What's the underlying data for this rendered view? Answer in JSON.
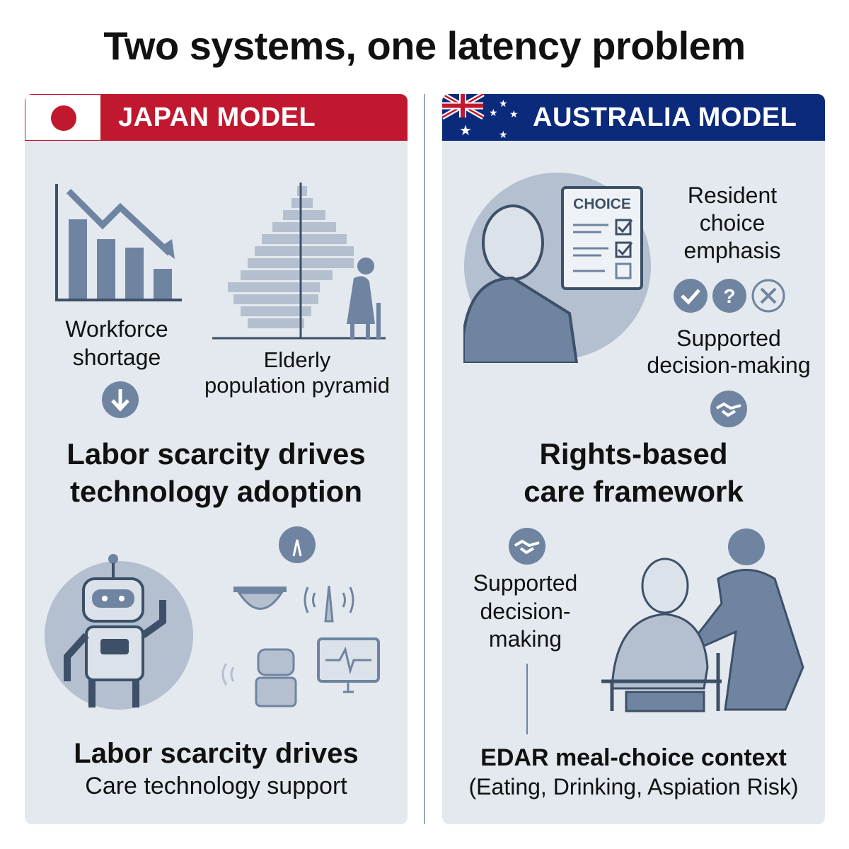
{
  "title": "Two systems, one latency problem",
  "japan": {
    "header": "JAPAN MODEL",
    "workforce_label": "Workforce shortage",
    "pyramid_label_1": "Elderly",
    "pyramid_label_2": "population pyramid",
    "headline_1": "Labor scarcity drives",
    "headline_2": "technology adoption",
    "footer_title": "Labor scarcity drives",
    "footer_sub": "Care technology support"
  },
  "australia": {
    "header": "AUSTRALIA MODEL",
    "choice_card": "CHOICE",
    "resident_choice": "Resident choice emphasis",
    "supported_1": "Supported decision-making",
    "headline_1": "Rights-based",
    "headline_2": "care framework",
    "supported_2": "Supported decision-making",
    "footer_title": "EDAR meal-choice context",
    "footer_sub": "(Eating, Drinking, Aspiation Risk)"
  },
  "colors": {
    "japan": "#c0182e",
    "australia": "#0b2a7c",
    "panel": "#e3e9ee",
    "icon": "#6f84a0"
  }
}
